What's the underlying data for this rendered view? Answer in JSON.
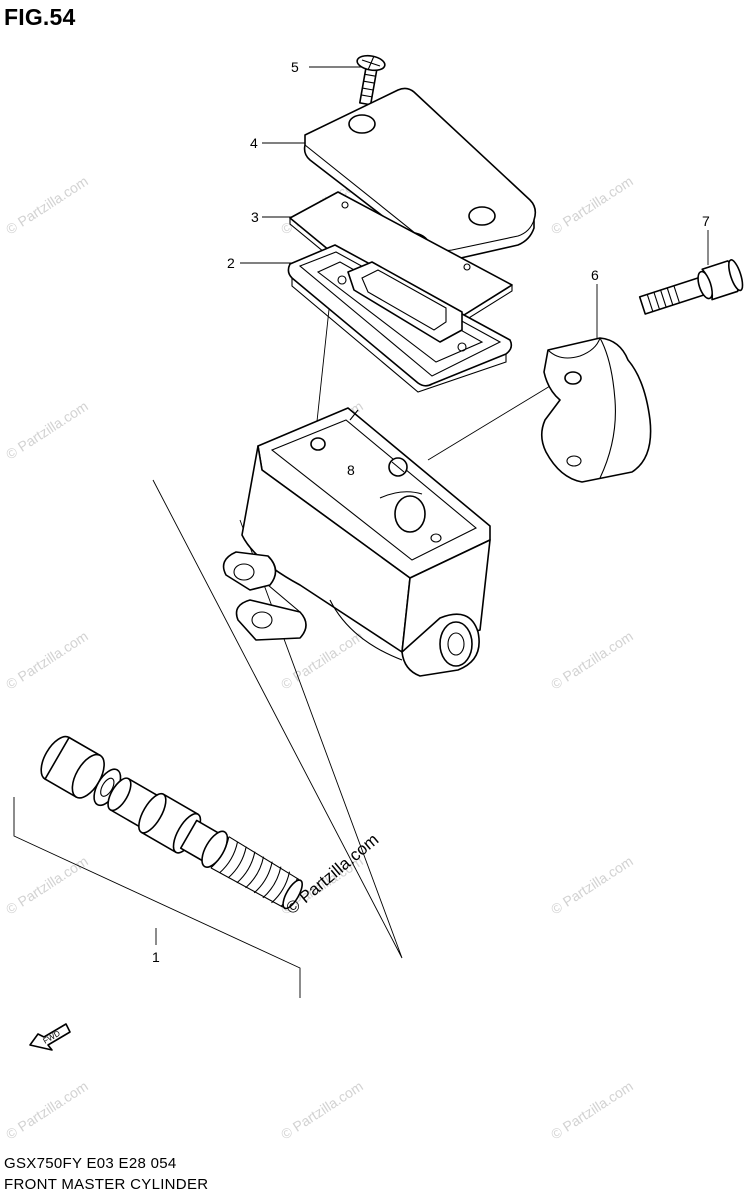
{
  "figure": {
    "title": "FIG.54",
    "footer_code": "GSX750FY E03 E28  054",
    "footer_name": "FRONT MASTER CYLINDER"
  },
  "callouts": [
    {
      "label": "1",
      "part": "piston-assembly"
    },
    {
      "label": "2",
      "part": "diaphragm-gasket"
    },
    {
      "label": "3",
      "part": "diaphragm-plate"
    },
    {
      "label": "4",
      "part": "reservoir-cap"
    },
    {
      "label": "5",
      "part": "cap-screw"
    },
    {
      "label": "6",
      "part": "master-cylinder-holder"
    },
    {
      "label": "7",
      "part": "holder-bolt"
    },
    {
      "label": "8",
      "part": "reservoir-port"
    }
  ],
  "watermark": {
    "text": "© Partzilla.com",
    "feature_text": "© Partzilla.com"
  },
  "direction_marker": {
    "text": "FWD",
    "icon": "fwd-arrow-icon"
  }
}
